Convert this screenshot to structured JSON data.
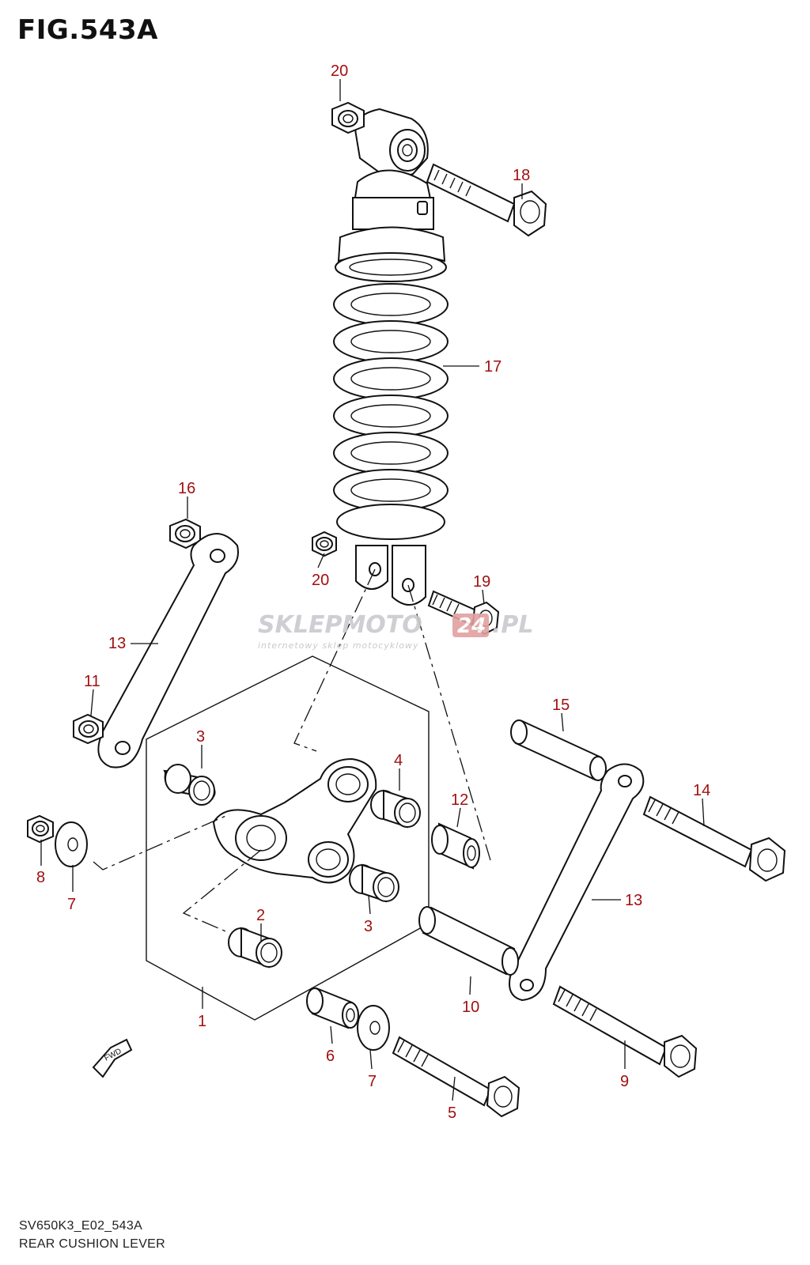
{
  "figure": {
    "title": "FIG.543A",
    "code": "SV650K3_E02_543A",
    "caption": "REAR CUSHION LEVER"
  },
  "watermark": {
    "main_left": "SKLEPMOTO",
    "main_badge": "24",
    "main_right": ".PL",
    "tagline": "internetowy sklep motocyklowy"
  },
  "direction_marker": "FWD",
  "callouts": {
    "c1": "1",
    "c2": "2",
    "c3a": "3",
    "c3b": "3",
    "c4": "4",
    "c5": "5",
    "c6": "6",
    "c7a": "7",
    "c7b": "7",
    "c8": "8",
    "c9": "9",
    "c10": "10",
    "c11": "11",
    "c12": "12",
    "c13a": "13",
    "c13b": "13",
    "c14": "14",
    "c15": "15",
    "c16": "16",
    "c17": "17",
    "c18": "18",
    "c19": "19",
    "c20a": "20",
    "c20b": "20"
  },
  "colors": {
    "callout_text": "#a01010",
    "line": "#111111",
    "watermark": "#c9c9cf",
    "watermark_badge": "#e2a0a0"
  }
}
